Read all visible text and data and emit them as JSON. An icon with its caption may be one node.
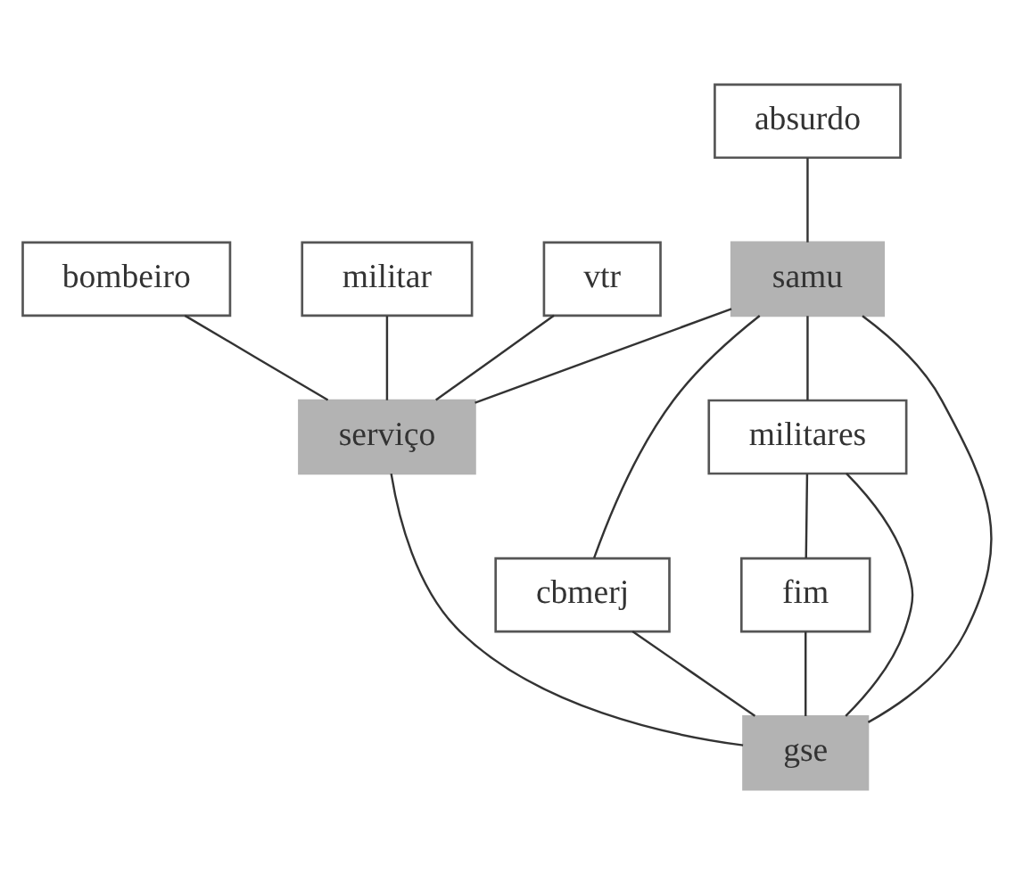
{
  "diagram": {
    "nodes": [
      {
        "text": [
          "bombeiro"
        ]
      },
      {
        "text": [
          "absurdo"
        ]
      },
      {
        "text": [
          "militar"
        ]
      },
      {
        "text": [
          "samu"
        ]
      },
      {
        "text": [
          "vtr"
        ]
      },
      {
        "text": [
          "cbmerj"
        ]
      },
      {
        "text": [
          "militares"
        ]
      },
      {
        "text": [
          "serviço"
        ]
      },
      {
        "text": [
          "fim"
        ]
      },
      {
        "text": [
          "gse"
        ]
      }
    ],
    "edges": [
      {
        "from": 0,
        "to": 7,
        "arrow": "none"
      },
      {
        "from": 1,
        "to": 3,
        "arrow": "none"
      },
      {
        "from": 2,
        "to": 7,
        "arrow": "none"
      },
      {
        "from": 3,
        "to": 5,
        "arrow": "none"
      },
      {
        "from": 4,
        "to": 7,
        "arrow": "none"
      },
      {
        "from": 3,
        "to": 7,
        "arrow": "none"
      },
      {
        "from": 3,
        "to": 9,
        "arrow": "none"
      },
      {
        "from": 3,
        "to": 6,
        "arrow": "none"
      },
      {
        "from": 5,
        "to": 9,
        "arrow": "none"
      },
      {
        "from": 7,
        "to": 9,
        "arrow": "none"
      },
      {
        "from": 6,
        "to": 9,
        "arrow": "none"
      },
      {
        "from": 6,
        "to": 8,
        "arrow": "none"
      },
      {
        "from": 8,
        "to": 9,
        "arrow": "none"
      }
    ]
  }
}
